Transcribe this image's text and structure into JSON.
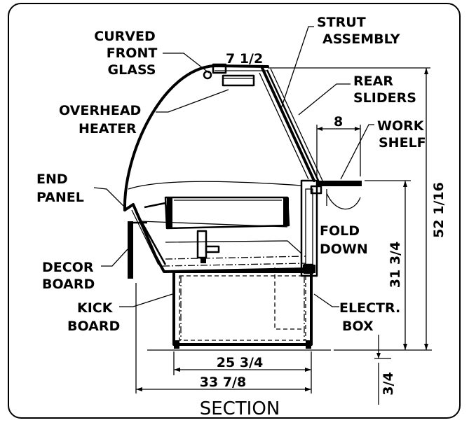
{
  "labels": {
    "curved_front_glass": [
      "CURVED",
      "FRONT",
      "GLASS"
    ],
    "strut_assembly": [
      "STRUT",
      "ASSEMBLY"
    ],
    "rear_sliders": [
      "REAR",
      "SLIDERS"
    ],
    "overhead_heater": [
      "OVERHEAD",
      "HEATER"
    ],
    "work_shelf": [
      "WORK",
      "SHELF"
    ],
    "end_panel": [
      "END",
      "PANEL"
    ],
    "fold_down": [
      "FOLD",
      "DOWN"
    ],
    "decor_board": [
      "DECOR",
      "BOARD"
    ],
    "kick_board": [
      "KICK",
      "BOARD"
    ],
    "electr_box": [
      "ELECTR.",
      "BOX"
    ]
  },
  "dimensions": {
    "top_width": "7 1/2",
    "work_shelf_width": "8",
    "overall_height": "52 1/16",
    "shelf_height": "31 3/4",
    "base_width": "25 3/4",
    "overall_depth": "33 7/8",
    "foot_height": "3/4"
  },
  "title": "SECTION"
}
